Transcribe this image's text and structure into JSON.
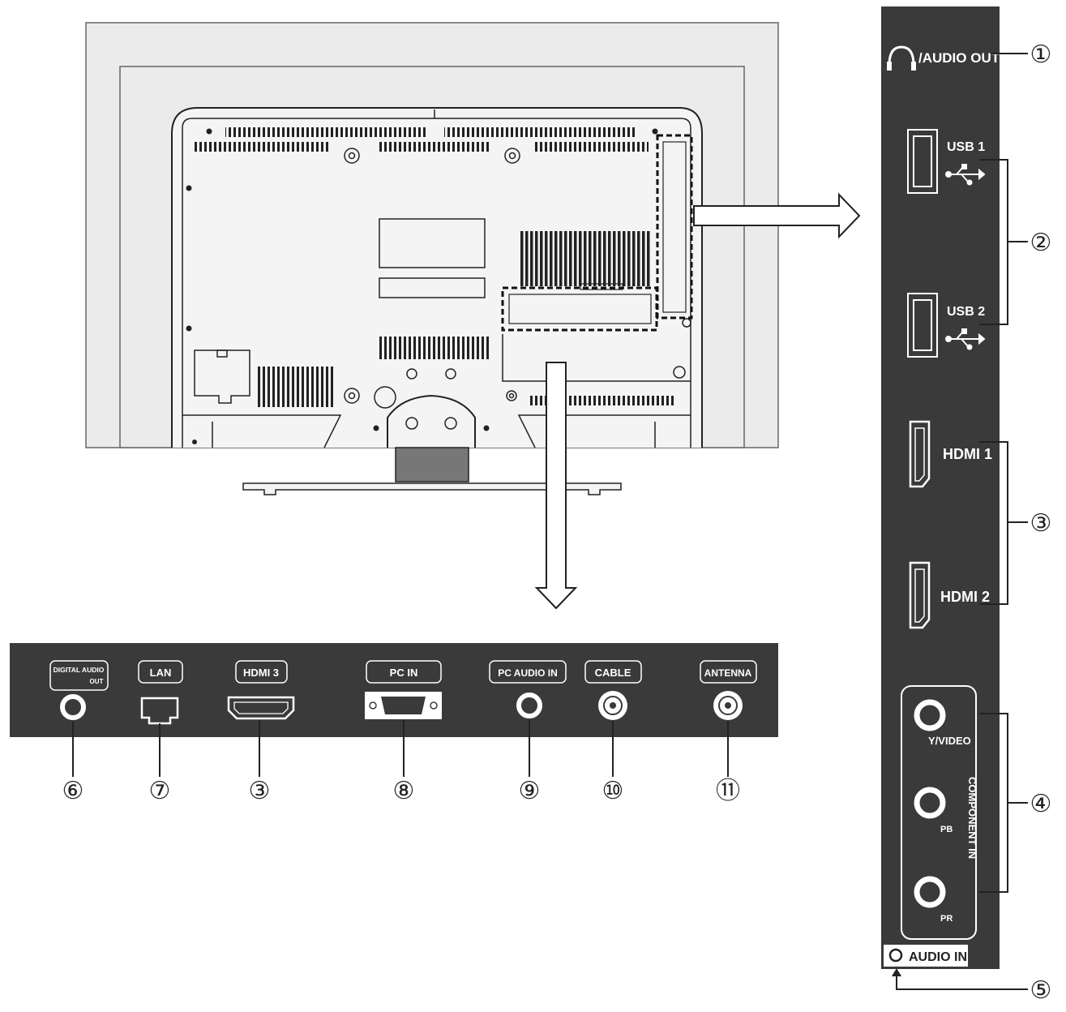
{
  "side_panel": {
    "audio_out": "/AUDIO OUT",
    "usb1": "USB 1",
    "usb2": "USB 2",
    "hdmi1": "HDMI 1",
    "hdmi2": "HDMI 2",
    "y_video": "Y/VIDEO",
    "pb": "PB",
    "pr": "PR",
    "component_in": "COMPONENT IN",
    "audio_in": "AUDIO IN"
  },
  "bottom_panel": {
    "digital_audio_out_line1": "DIGITAL AUDIO",
    "digital_audio_out_line2": "OUT",
    "lan": "LAN",
    "hdmi3": "HDMI 3",
    "pc_in": "PC IN",
    "pc_audio_in": "PC AUDIO IN",
    "cable": "CABLE",
    "antenna": "ANTENNA"
  },
  "callouts": [
    "①",
    "②",
    "③",
    "④",
    "⑤",
    "⑥",
    "⑦",
    "③",
    "⑧",
    "⑨",
    "⑩",
    "⑪"
  ],
  "colors": {
    "panel": "#3a3a3a",
    "line": "#222222",
    "tv_fill": "#ebebeb",
    "inner_fill": "#f4f4f4"
  }
}
